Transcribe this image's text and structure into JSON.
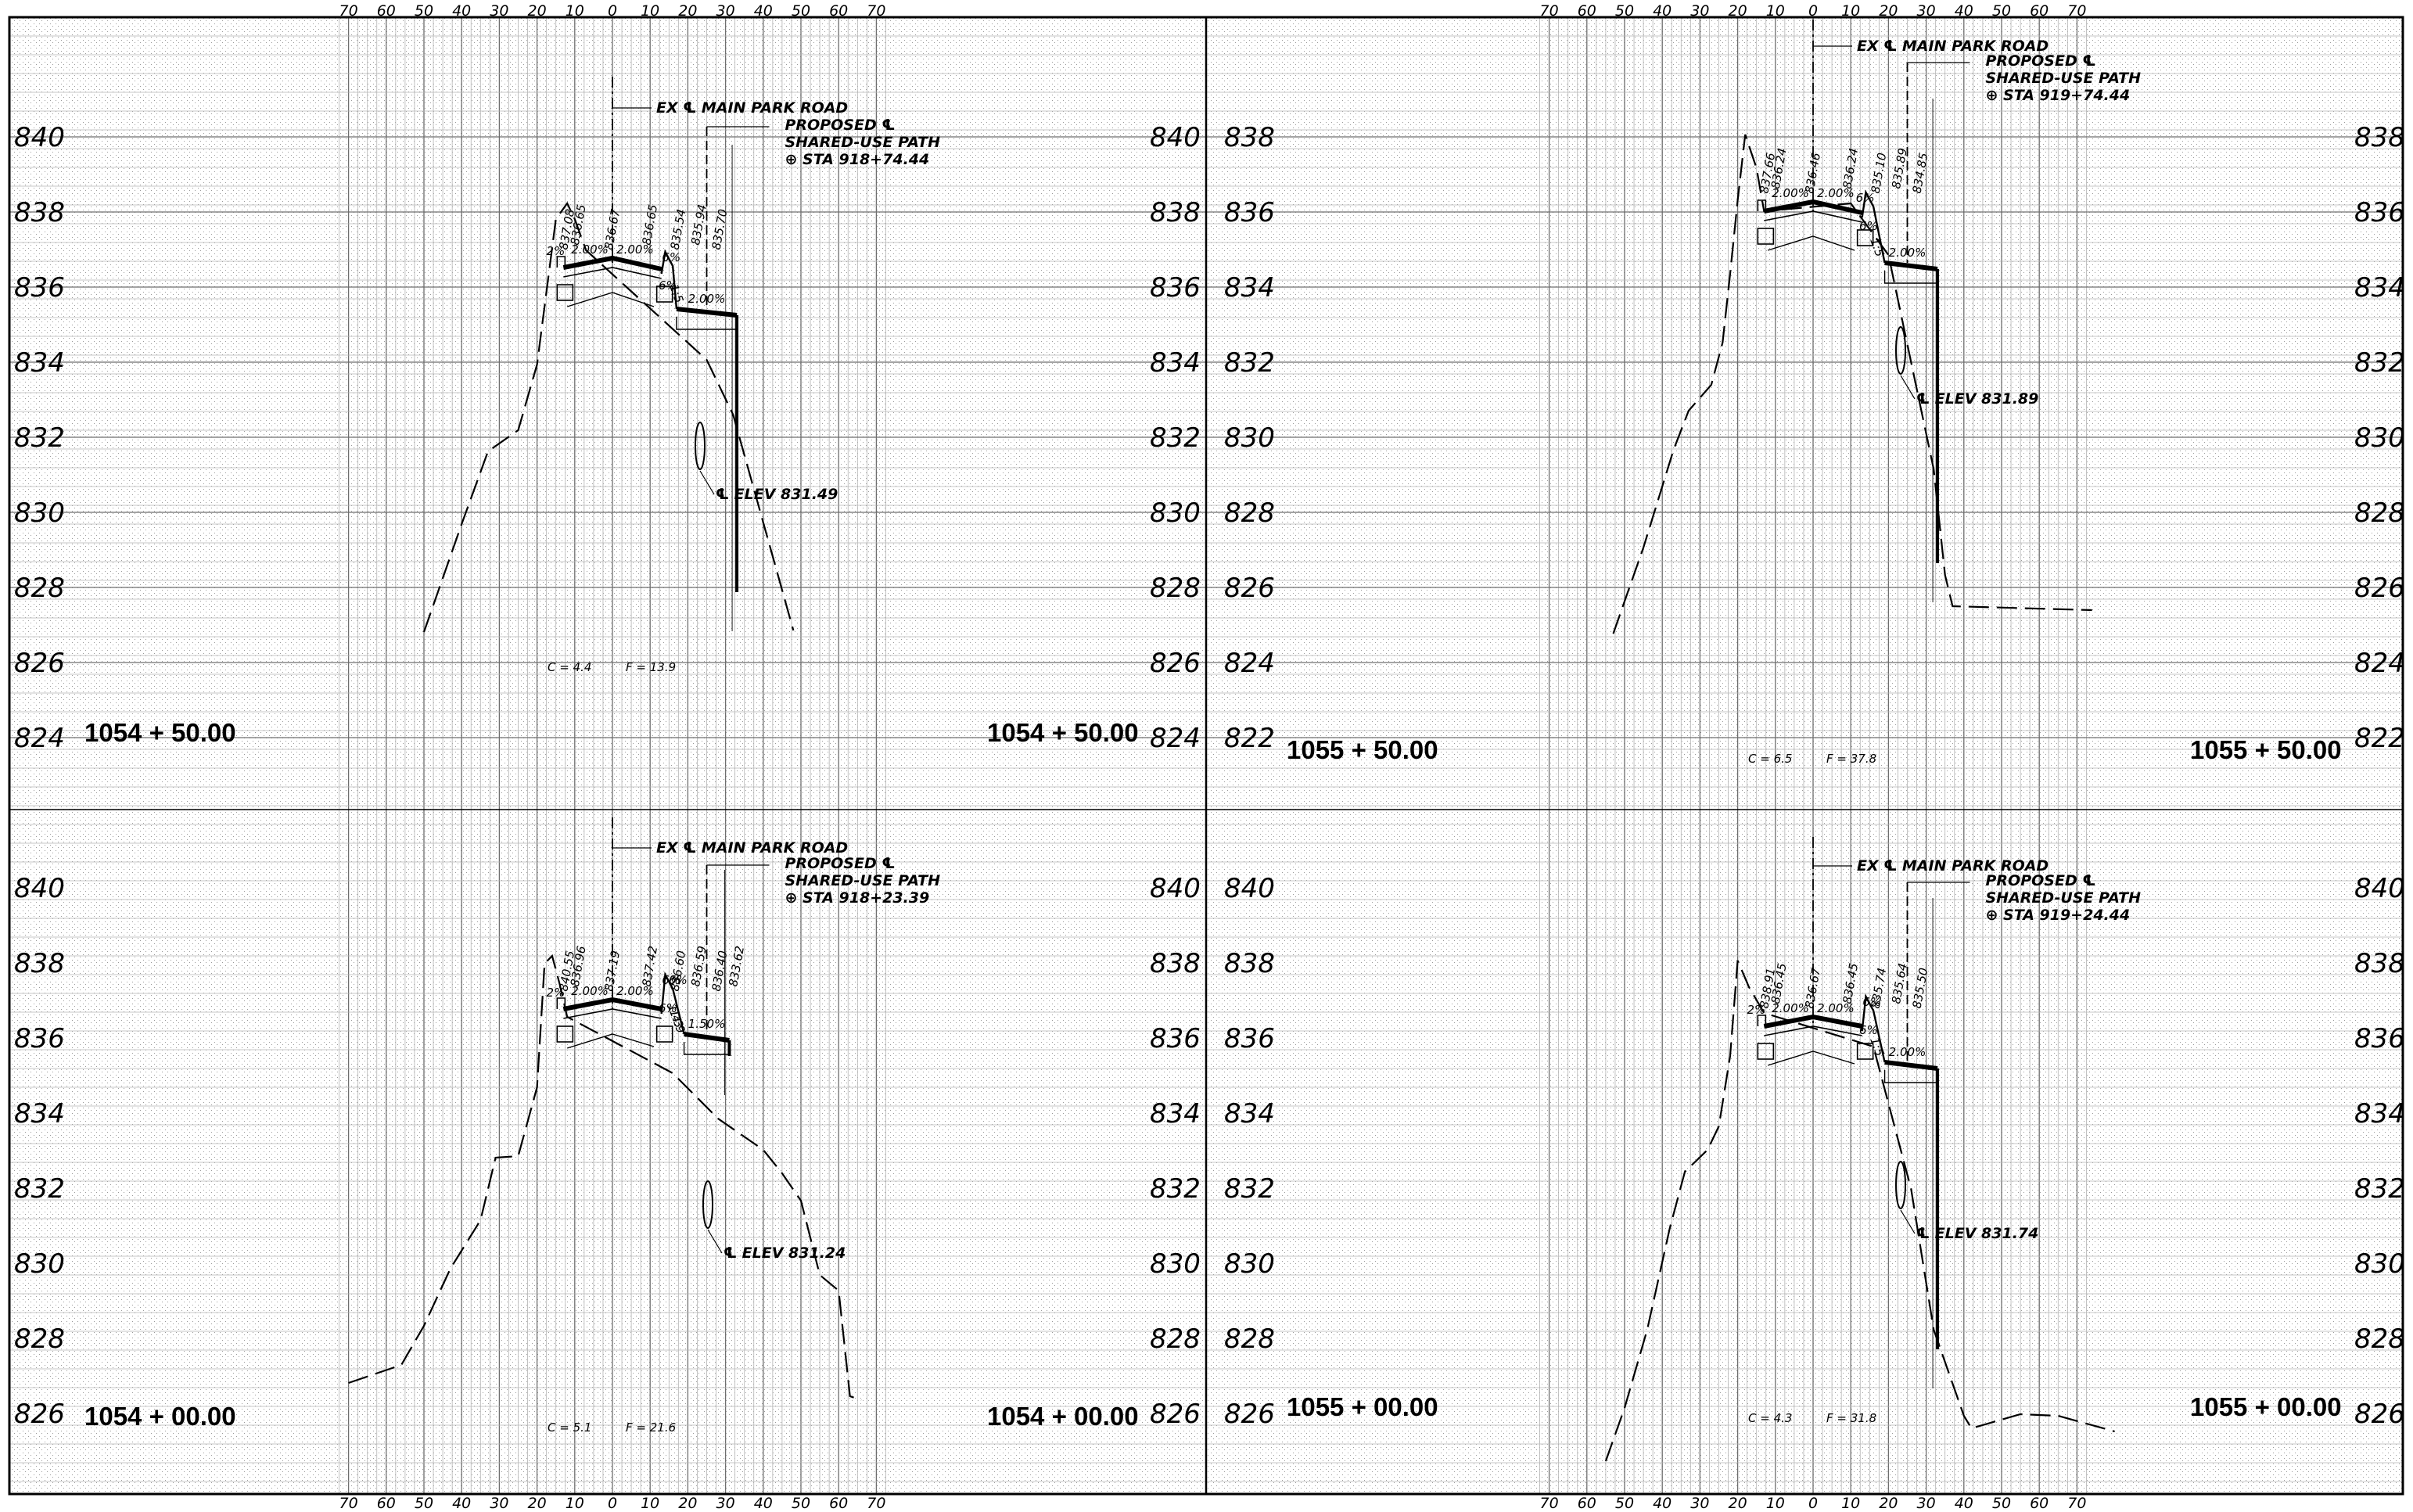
{
  "sheet": {
    "x_axis_ticks": [
      "70",
      "60",
      "50",
      "40",
      "30",
      "20",
      "10",
      "0",
      "10",
      "20",
      "30",
      "40",
      "50",
      "60",
      "70"
    ],
    "colors": {
      "ink": "#000000",
      "grid": "#8a8a8a",
      "paper": "#ffffff"
    }
  },
  "panels": [
    {
      "id": "p1",
      "left_elev_labels": [
        "840",
        "838",
        "836",
        "834",
        "832",
        "830",
        "828",
        "826",
        "824"
      ],
      "right_elev_labels": [
        "840",
        "838",
        "836",
        "834",
        "832",
        "830",
        "828",
        "826",
        "824"
      ],
      "station_left": "1054 + 50.00",
      "station_right": "1054 + 50.00",
      "road_note": "EX ℄ MAIN PARK ROAD",
      "path_note": [
        "PROPOSED ℄",
        "SHARED-USE PATH",
        "⊕ STA 918+74.44"
      ],
      "elev_note": "℄ ELEV 831.49",
      "cut_fill": [
        "C = 4.4",
        "F = 13.9"
      ],
      "spot_elevations": [
        "837.08",
        "836.65",
        "836.67",
        "836.65",
        "835.54",
        "835.94",
        "835.70"
      ],
      "slopes": [
        "2.00%",
        "2.00%",
        "2%",
        "6%",
        "6%",
        "2.00%",
        "1:5"
      ]
    },
    {
      "id": "p2",
      "left_elev_labels": [
        "838",
        "836",
        "834",
        "832",
        "830",
        "828",
        "826",
        "824",
        "822"
      ],
      "right_elev_labels": [
        "838",
        "836",
        "834",
        "832",
        "830",
        "828",
        "826",
        "824",
        "822"
      ],
      "station_left": "1055 + 50.00",
      "station_right": "1055 + 50.00",
      "road_note": "EX ℄ MAIN PARK ROAD",
      "path_note": [
        "PROPOSED ℄",
        "SHARED-USE PATH",
        "⊕ STA 919+74.44"
      ],
      "elev_note": "℄ ELEV 831.89",
      "cut_fill": [
        "C = 6.5",
        "F = 37.8"
      ],
      "spot_elevations": [
        "837.66",
        "836.24",
        "836.46",
        "836.24",
        "835.10",
        "835.89",
        "834.85"
      ],
      "slopes": [
        "2.00%",
        "2.00%",
        "6%",
        "6%",
        "2.00%",
        "1:5"
      ]
    },
    {
      "id": "p3",
      "left_elev_labels": [
        "840",
        "838",
        "836",
        "834",
        "832",
        "830",
        "828",
        "826"
      ],
      "right_elev_labels": [
        "840",
        "838",
        "836",
        "834",
        "832",
        "830",
        "828",
        "826"
      ],
      "station_left": "1054 + 00.00",
      "station_right": "1054 + 00.00",
      "road_note": "EX ℄ MAIN PARK ROAD",
      "path_note": [
        "PROPOSED ℄",
        "SHARED-USE PATH",
        "⊕ STA 918+23.39"
      ],
      "elev_note": "℄ ELEV 831.24",
      "cut_fill": [
        "C = 5.1",
        "F = 21.6"
      ],
      "spot_elevations": [
        "840.55",
        "836.96",
        "837.19",
        "837.42",
        "836.60",
        "836.59",
        "836.40",
        "833.62"
      ],
      "slopes": [
        "2%",
        "2.00%",
        "2.00%",
        "6%",
        "6%",
        "1.50%",
        "6%",
        "1:3",
        "1:4.9"
      ]
    },
    {
      "id": "p4",
      "left_elev_labels": [
        "840",
        "838",
        "836",
        "834",
        "832",
        "830",
        "828",
        "826"
      ],
      "right_elev_labels": [
        "840",
        "838",
        "836",
        "834",
        "832",
        "830",
        "828",
        "826"
      ],
      "station_left": "1055 + 00.00",
      "station_right": "1055 + 00.00",
      "road_note": "EX ℄ MAIN PARK ROAD",
      "path_note": [
        "PROPOSED ℄",
        "SHARED-USE PATH",
        "⊕ STA 919+24.44"
      ],
      "elev_note": "℄ ELEV 831.74",
      "cut_fill": [
        "C = 4.3",
        "F = 31.8"
      ],
      "spot_elevations": [
        "838.91",
        "836.45",
        "836.67",
        "836.45",
        "835.74",
        "835.64",
        "835.50"
      ],
      "slopes": [
        "2%",
        "2.00%",
        "2.00%",
        "6%",
        "6%",
        "2.00%",
        "1:5"
      ]
    }
  ]
}
